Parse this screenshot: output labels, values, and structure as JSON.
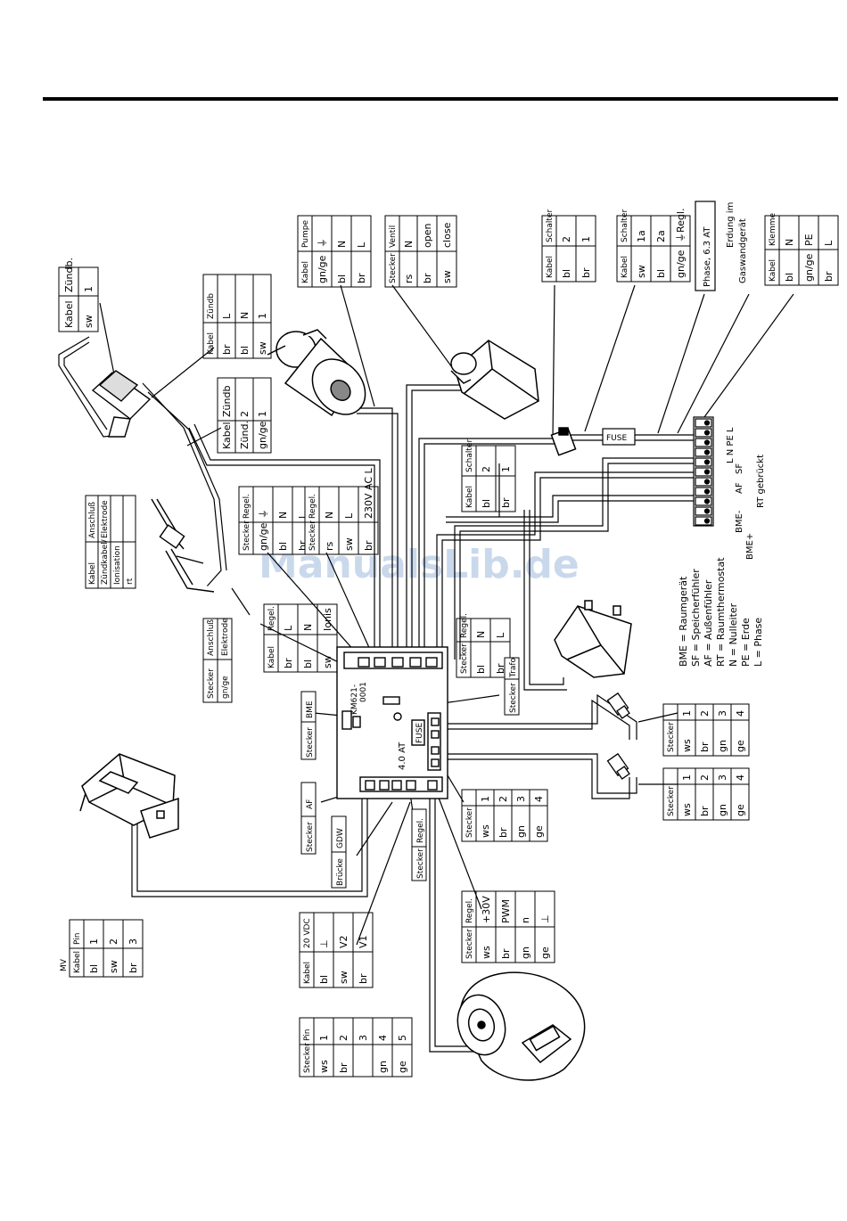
{
  "tables": {
    "zuend_top": {
      "rows": [
        [
          "Kabel",
          "Zündb."
        ],
        [
          "sw",
          "1"
        ]
      ]
    },
    "zuend_a": {
      "rows": [
        [
          "Kabel",
          "Zündb"
        ],
        [
          "br",
          "L"
        ],
        [
          "bl",
          "N"
        ],
        [
          "sw",
          "1"
        ]
      ]
    },
    "zuend_b": {
      "rows": [
        [
          "Kabel",
          "Zündb"
        ],
        [
          "Zünd.",
          "2"
        ],
        [
          "gn/ge",
          "1"
        ]
      ]
    },
    "pumpe": {
      "rows": [
        [
          "Kabel",
          "Pumpe"
        ],
        [
          "gn/ge",
          "⏚"
        ],
        [
          "bl",
          "N"
        ],
        [
          "br",
          "L"
        ]
      ]
    },
    "ventil": {
      "rows": [
        [
          "Stecker",
          "Ventil"
        ],
        [
          "rs",
          "N"
        ],
        [
          "br",
          "open"
        ],
        [
          "sw",
          "close"
        ]
      ]
    },
    "schalter_1": {
      "rows": [
        [
          "Kabel",
          "Schalter"
        ],
        [
          "bl",
          "2"
        ],
        [
          "br",
          "1"
        ]
      ]
    },
    "schalter_2": {
      "rows": [
        [
          "Kabel",
          "Schalter"
        ],
        [
          "sw",
          "1a"
        ],
        [
          "bl",
          "2a"
        ],
        [
          "gn/ge",
          "⏚Regl."
        ]
      ]
    },
    "klemme": {
      "rows": [
        [
          "Kabel",
          "Klemme"
        ],
        [
          "bl",
          "N"
        ],
        [
          "gn/ge",
          "PE"
        ],
        [
          "br",
          "L"
        ]
      ]
    },
    "schalter_3": {
      "rows": [
        [
          "Kabel",
          "Schalter"
        ],
        [
          "bl",
          "2"
        ],
        [
          "br",
          "1"
        ]
      ]
    },
    "regel_a": {
      "rows": [
        [
          "Stecker",
          "Regel."
        ],
        [
          "gn/ge",
          "⏚"
        ],
        [
          "bl",
          "N"
        ],
        [
          "br",
          "L"
        ]
      ]
    },
    "regel_b": {
      "rows": [
        [
          "Stecker",
          "Regel."
        ],
        [
          "rs",
          "N"
        ],
        [
          "sw",
          "L"
        ],
        [
          "br",
          "230V AC L"
        ]
      ]
    },
    "elektrode": {
      "rows": [
        [
          "Kabel",
          "Anschluß"
        ],
        [
          "Zündkabel/",
          "Elektrode"
        ],
        [
          "Ionisation",
          ""
        ],
        [
          "rt",
          ""
        ]
      ]
    },
    "ionis": {
      "rows": [
        [
          "Kabel",
          "Regel."
        ],
        [
          "br",
          "L"
        ],
        [
          "bl",
          "N"
        ],
        [
          "sw",
          "Ionis"
        ]
      ]
    },
    "trafo": {
      "rows": [
        [
          "Stecker",
          "Regel."
        ],
        [
          "bl",
          "N"
        ],
        [
          "br",
          "L"
        ]
      ]
    },
    "anschluss": {
      "rows": [
        [
          "Stecker",
          "Anschluß"
        ],
        [
          "gn/ge",
          "Elektrode"
        ]
      ]
    },
    "sensor_1": {
      "rows": [
        [
          "Stecker",
          ""
        ],
        [
          "ws",
          "1"
        ],
        [
          "br",
          "2"
        ],
        [
          "gn",
          "3"
        ],
        [
          "ge",
          "4"
        ]
      ]
    },
    "sensor_2": {
      "rows": [
        [
          "Stecker",
          ""
        ],
        [
          "ws",
          "1"
        ],
        [
          "br",
          "2"
        ],
        [
          "gn",
          "3"
        ],
        [
          "ge",
          "4"
        ]
      ]
    },
    "sensor_3": {
      "rows": [
        [
          "Stecker",
          ""
        ],
        [
          "ws",
          "1"
        ],
        [
          "br",
          "2"
        ],
        [
          "gn",
          "3"
        ],
        [
          "ge",
          "4"
        ]
      ]
    },
    "mv": {
      "rows": [
        [
          "Kabel",
          "Pin"
        ],
        [
          "bl",
          "1"
        ],
        [
          "sw",
          "2"
        ],
        [
          "br",
          "3"
        ]
      ]
    },
    "vdc": {
      "rows": [
        [
          "Kabel",
          "20 VDC"
        ],
        [
          "bl",
          "⊥"
        ],
        [
          "sw",
          "V2"
        ],
        [
          "br",
          "V1"
        ]
      ]
    },
    "pwm": {
      "rows": [
        [
          "Stecker",
          "Regel."
        ],
        [
          "ws",
          "+30V"
        ],
        [
          "br",
          "PWM"
        ],
        [
          "gn",
          "n"
        ],
        [
          "ge",
          "⊥"
        ]
      ]
    },
    "fan": {
      "rows": [
        [
          "Stecker",
          "Pin"
        ],
        [
          "ws",
          "1"
        ],
        [
          "br",
          "2"
        ],
        [
          "",
          "3"
        ],
        [
          "gn",
          "4"
        ],
        [
          "ge",
          "5"
        ]
      ]
    }
  },
  "labels": {
    "mv_title": "MV",
    "phase": "Phase, 6.3 AT",
    "erdung_1": "Erdung im",
    "erdung_2": "Gaswandgerät",
    "fuse_a": "FUSE",
    "fuse_b": "FUSE",
    "board_1": "KM621-",
    "board_2": "0001",
    "board_fuse": "4.0 AT",
    "terminal_top": "L N PE L",
    "terminal_sf": "SF",
    "terminal_af": "AF",
    "terminal_rt": "RT gebrückt",
    "terminal_bme_minus": "BME-",
    "terminal_bme_plus": "BME+",
    "stecker_trafo": "Stecker",
    "trafo": "Trafo",
    "stecker_bme": "Stecker",
    "bme": "BME",
    "stecker_af": "Stecker",
    "af": "AF",
    "bruecke": "Brücke",
    "gdw": "GDW",
    "stecker_regel": "Stecker",
    "regel": "Regel.",
    "watermark": "ManualsLib.de"
  },
  "legend": [
    "BME = Raumgerät",
    "SF = Speicherfühler",
    "AF = Außenfühler",
    "RT = Raumthermostat",
    "N = Nulleiter",
    "PE = Erde",
    "L = Phase"
  ]
}
